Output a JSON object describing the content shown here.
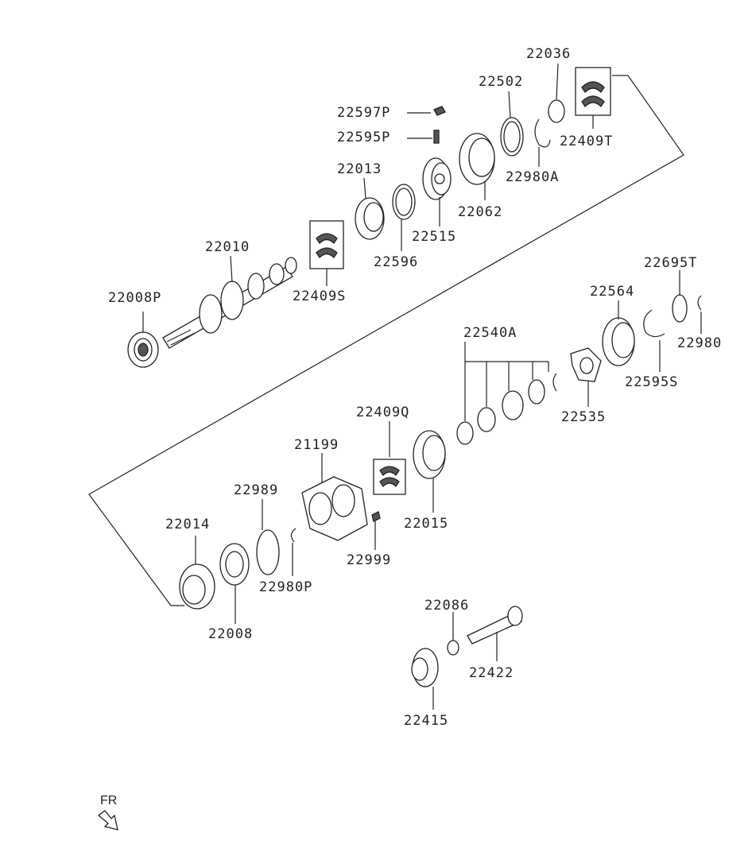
{
  "parts": {
    "p22036": "22036",
    "p22502": "22502",
    "p22597P": "22597P",
    "p22595P": "22595P",
    "p22409T": "22409T",
    "p22013": "22013",
    "p22980A": "22980A",
    "p22062": "22062",
    "p22515": "22515",
    "p22596": "22596",
    "p22010": "22010",
    "p22409S": "22409S",
    "p22008P": "22008P",
    "p22695T": "22695T",
    "p22564": "22564",
    "p22540A": "22540A",
    "p22980": "22980",
    "p22595S": "22595S",
    "p22535": "22535",
    "p22409Q": "22409Q",
    "p21199": "21199",
    "p22989": "22989",
    "p22015": "22015",
    "p22014": "22014",
    "p22999": "22999",
    "p22980P": "22980P",
    "p22008": "22008",
    "p22086": "22086",
    "p22422": "22422",
    "p22415": "22415"
  },
  "orientation": {
    "label": "FR",
    "icon": "front-arrow-icon"
  }
}
